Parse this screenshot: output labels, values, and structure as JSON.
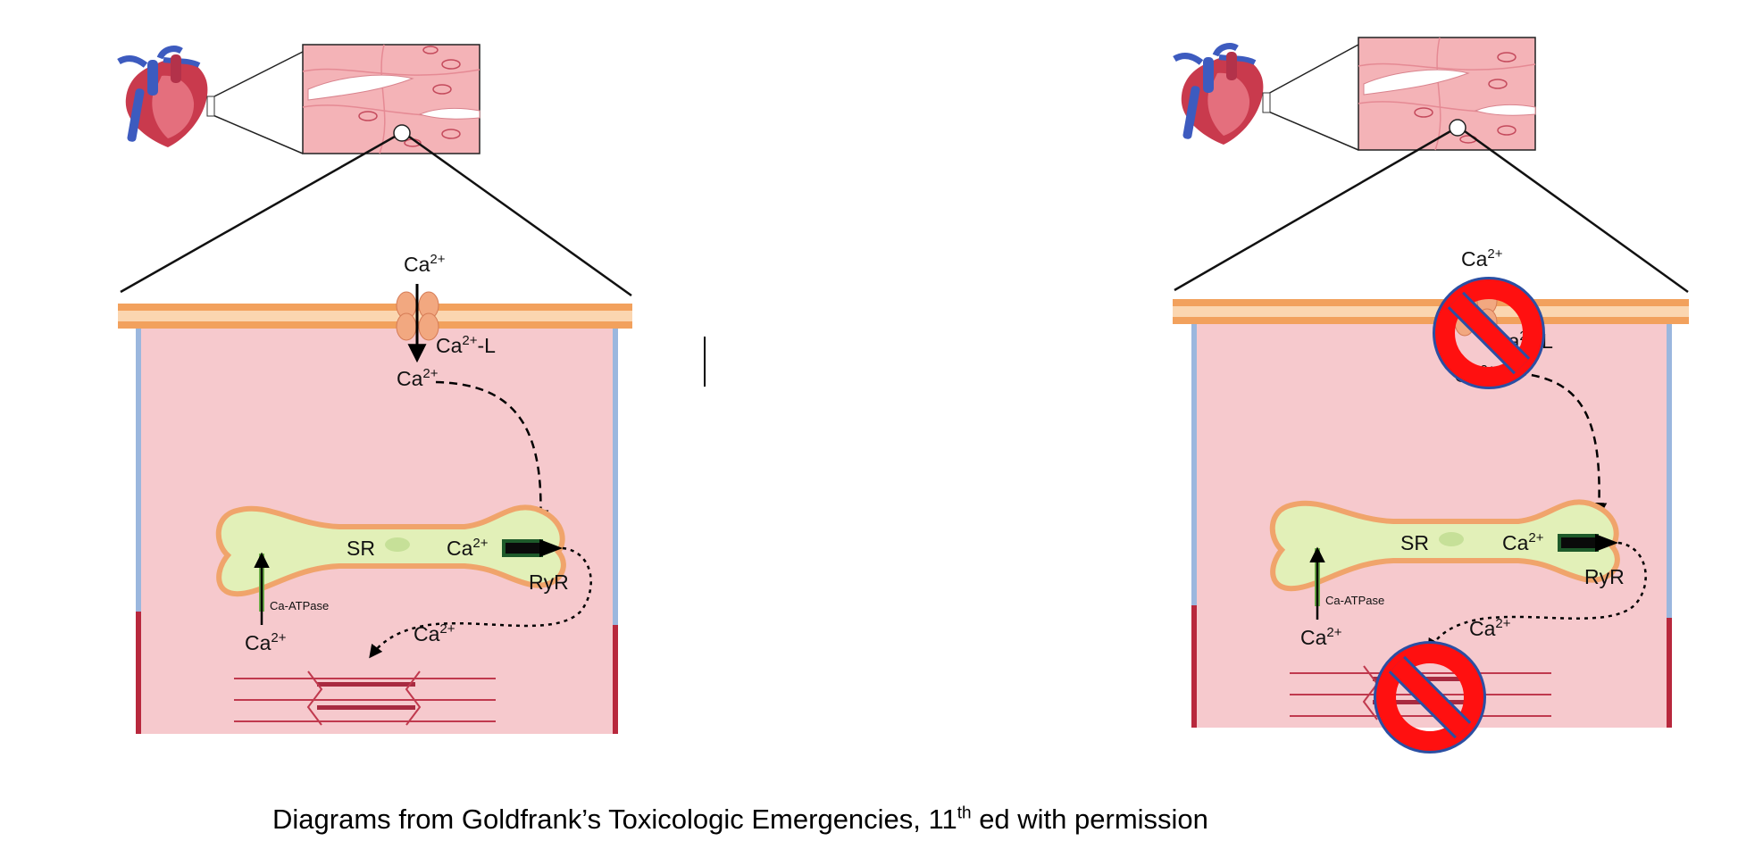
{
  "labels": {
    "ca": "Ca",
    "ca_charge": "2+",
    "ca_l_suffix": "-L",
    "sr": "SR",
    "ryr": "RyR",
    "ca_atpase": "Ca-ATPase"
  },
  "panels": [
    {
      "id": "left",
      "state": "normal"
    },
    {
      "id": "right",
      "state": "blocked",
      "blocked_items": [
        "Ca2+-L channel",
        "myofilament contraction"
      ]
    }
  ],
  "caption": {
    "before": "Diagrams from Goldfrank’s Toxicologic Emergencies, 11",
    "sup": "th",
    "after": " ed with permission"
  },
  "colors": {
    "cytoplasm": "#f6c9cd",
    "membrane": "#f2a15d",
    "sr_fill": "#e2f0b8",
    "sr_outline": "#f0a46b",
    "myofilament": "#c0394e",
    "prohibit_red": "#ff1010",
    "prohibit_border": "#2b4fa3",
    "wall_blue": "#9bb7de",
    "wall_red": "#b8283d"
  }
}
